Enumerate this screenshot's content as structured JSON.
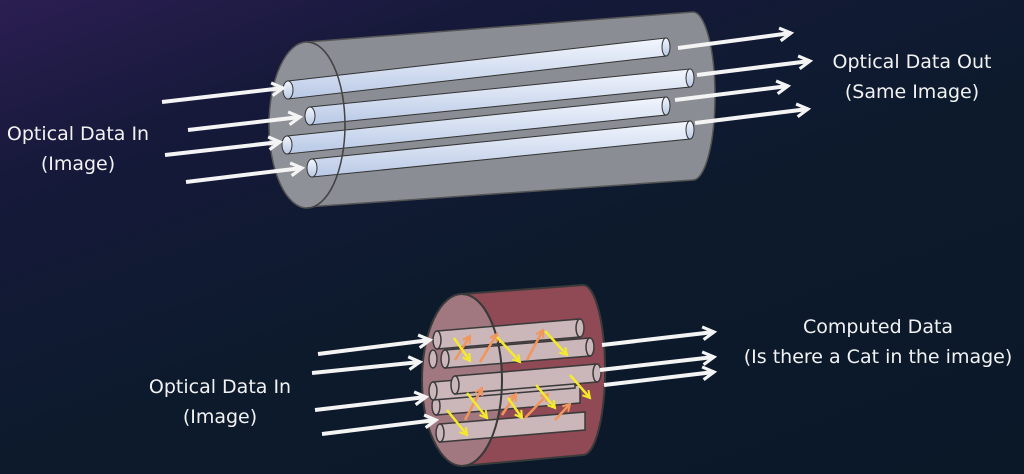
{
  "top_diagram": {
    "input_label": "Optical Data In",
    "input_sub": "(Image)",
    "output_label": "Optical Data Out",
    "output_sub": "(Same Image)"
  },
  "bottom_diagram": {
    "input_label": "Optical Data In",
    "input_sub": "(Image)",
    "output_label": "Computed Data",
    "output_sub": "(Is there a Cat in the image)"
  },
  "colors": {
    "arrow": "#f4f4f4",
    "fiber": "#dde6f5",
    "cable_gray": "#8a8d94",
    "cable_red": "#8f4a55",
    "light_orange": "#f2955a",
    "light_yellow": "#f4ea2a"
  }
}
